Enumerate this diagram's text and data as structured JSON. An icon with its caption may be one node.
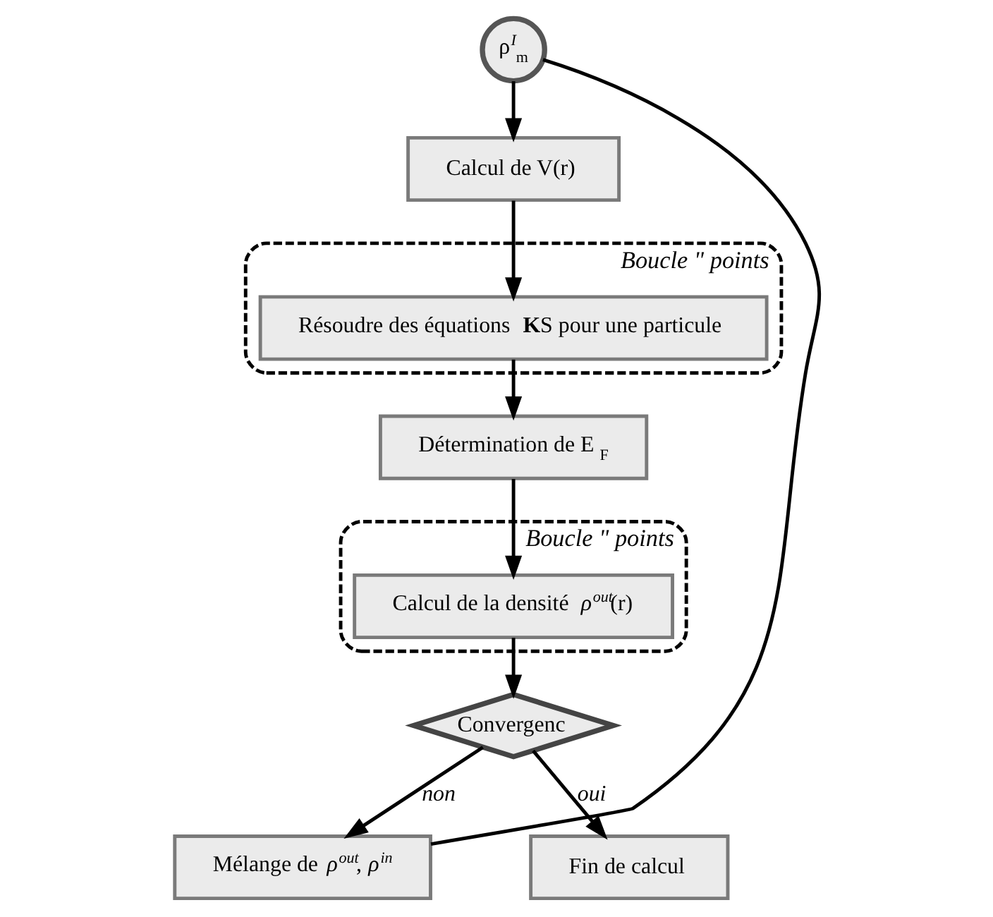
{
  "diagram": {
    "nodes": [
      {
        "text": [
          "ρ$^{I}$$_{m}$"
        ]
      },
      {
        "text": [
          "Calcul de V(r)"
        ]
      },
      {
        "text": [
          "*Boucle \" points*"
        ]
      },
      {
        "text": [
          "Résoudre des équations **K**S pour une particule"
        ],
        "in": 2
      },
      {
        "text": [
          "Détermination de E$_{F}$"
        ]
      },
      {
        "text": [
          "*Boucle \" points*"
        ]
      },
      {
        "text": [
          "Calcul de la densité *ρ*$^{out}$(r)"
        ],
        "in": 5
      },
      {
        "text": [
          "Convergenc"
        ]
      },
      {
        "text": [
          "Mélange de *ρ*$^{out}$, *ρ*$^{in}$"
        ]
      },
      {
        "text": [
          "Fin de calcul"
        ]
      }
    ],
    "edges": [
      {
        "from": 0,
        "to": 1,
        "arrow": "to"
      },
      {
        "from": 1,
        "to": 3,
        "arrow": "to"
      },
      {
        "from": 3,
        "to": 4,
        "arrow": "to"
      },
      {
        "from": 4,
        "to": 6,
        "arrow": "to"
      },
      {
        "from": 6,
        "to": 7,
        "arrow": "to"
      },
      {
        "from": 7,
        "to": 8,
        "arrow": "to",
        "label": "*non*"
      },
      {
        "from": 7,
        "to": 9,
        "arrow": "to",
        "label": "*oui*"
      },
      {
        "from": 8,
        "to": 0,
        "arrow": "none"
      }
    ]
  }
}
